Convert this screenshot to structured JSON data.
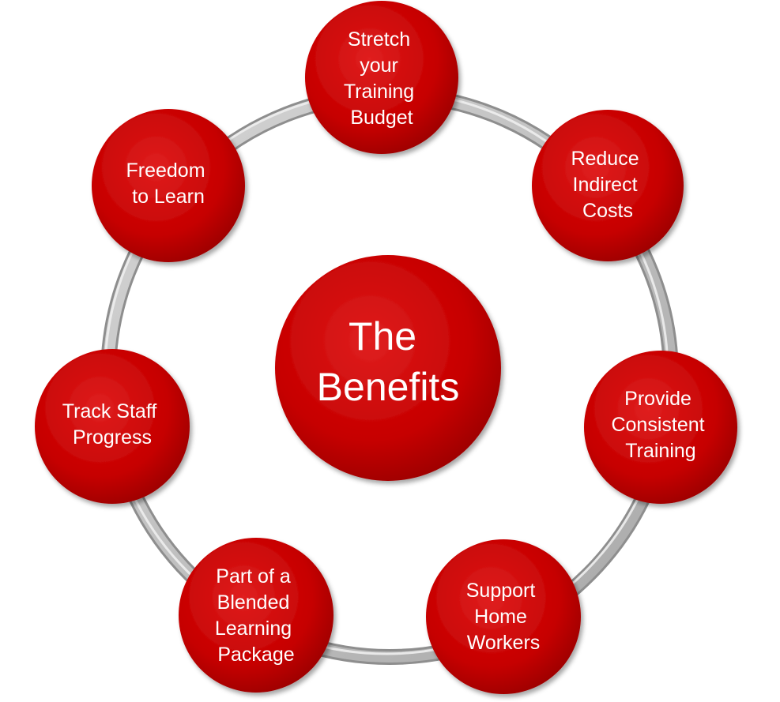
{
  "center": {
    "lines": [
      "The",
      "Benefits"
    ]
  },
  "nodes": [
    {
      "id": "stretch-budget",
      "lines": [
        "Stretch",
        "your",
        "Training",
        "Budget"
      ]
    },
    {
      "id": "reduce-costs",
      "lines": [
        "Reduce",
        "Indirect",
        "Costs"
      ]
    },
    {
      "id": "consistent-training",
      "lines": [
        "Provide",
        "Consistent",
        "Training"
      ]
    },
    {
      "id": "home-workers",
      "lines": [
        "Support",
        "Home",
        "Workers"
      ]
    },
    {
      "id": "blended-learning",
      "lines": [
        "Part of a",
        "Blended",
        "Learning",
        "Package"
      ]
    },
    {
      "id": "track-progress",
      "lines": [
        "Track Staff",
        "Progress"
      ]
    },
    {
      "id": "freedom-to-learn",
      "lines": [
        "Freedom",
        "to Learn"
      ]
    }
  ],
  "colors": {
    "node_fill": "#c80000",
    "node_dark": "#8a0000",
    "node_light": "#e83030",
    "ring": "#b5b5b5",
    "text": "#ffffff"
  }
}
